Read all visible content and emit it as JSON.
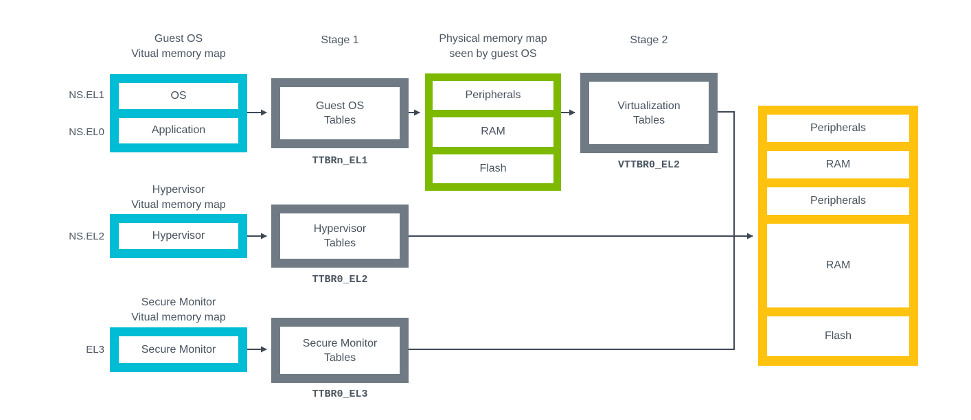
{
  "colors": {
    "cyan": "#00bcd4",
    "green": "#7cb900",
    "yellow": "#ffc20e",
    "gray": "#6f7a84",
    "line": "#3e4854",
    "text": "#47525e"
  },
  "headings": {
    "stage1": "Stage 1",
    "stage2": "Stage 2"
  },
  "rows": [
    {
      "title_line1": "Guest OS",
      "title_line2": "Vitual memory map",
      "el_label_1": "NS.EL1",
      "el_label_2": "NS.EL0",
      "segments": [
        "OS",
        "Application"
      ],
      "table_line1": "Guest OS",
      "table_line2": "Tables",
      "register": "TTBRn_EL1"
    },
    {
      "title_line1": "Hypervisor",
      "title_line2": "Vitual memory map",
      "el_label_1": "NS.EL2",
      "segments": [
        "Hypervisor"
      ],
      "table_line1": "Hypervisor",
      "table_line2": "Tables",
      "register": "TTBR0_EL2"
    },
    {
      "title_line1": "Secure Monitor",
      "title_line2": "Vitual memory map",
      "el_label_1": "EL3",
      "segments": [
        "Secure Monitor"
      ],
      "table_line1": "Secure Monitor",
      "table_line2": "Tables",
      "register": "TTBR0_EL3"
    }
  ],
  "physical_map": {
    "title_line1": "Physical memory map",
    "title_line2": "seen by guest OS",
    "segments": [
      "Peripherals",
      "RAM",
      "Flash"
    ]
  },
  "stage2_table": {
    "table_line1": "Virtualization",
    "table_line2": "Tables",
    "register": "VTTBR0_EL2"
  },
  "system_map": {
    "segments": [
      "Peripherals",
      "RAM",
      "Peripherals",
      "RAM",
      "Flash"
    ]
  }
}
